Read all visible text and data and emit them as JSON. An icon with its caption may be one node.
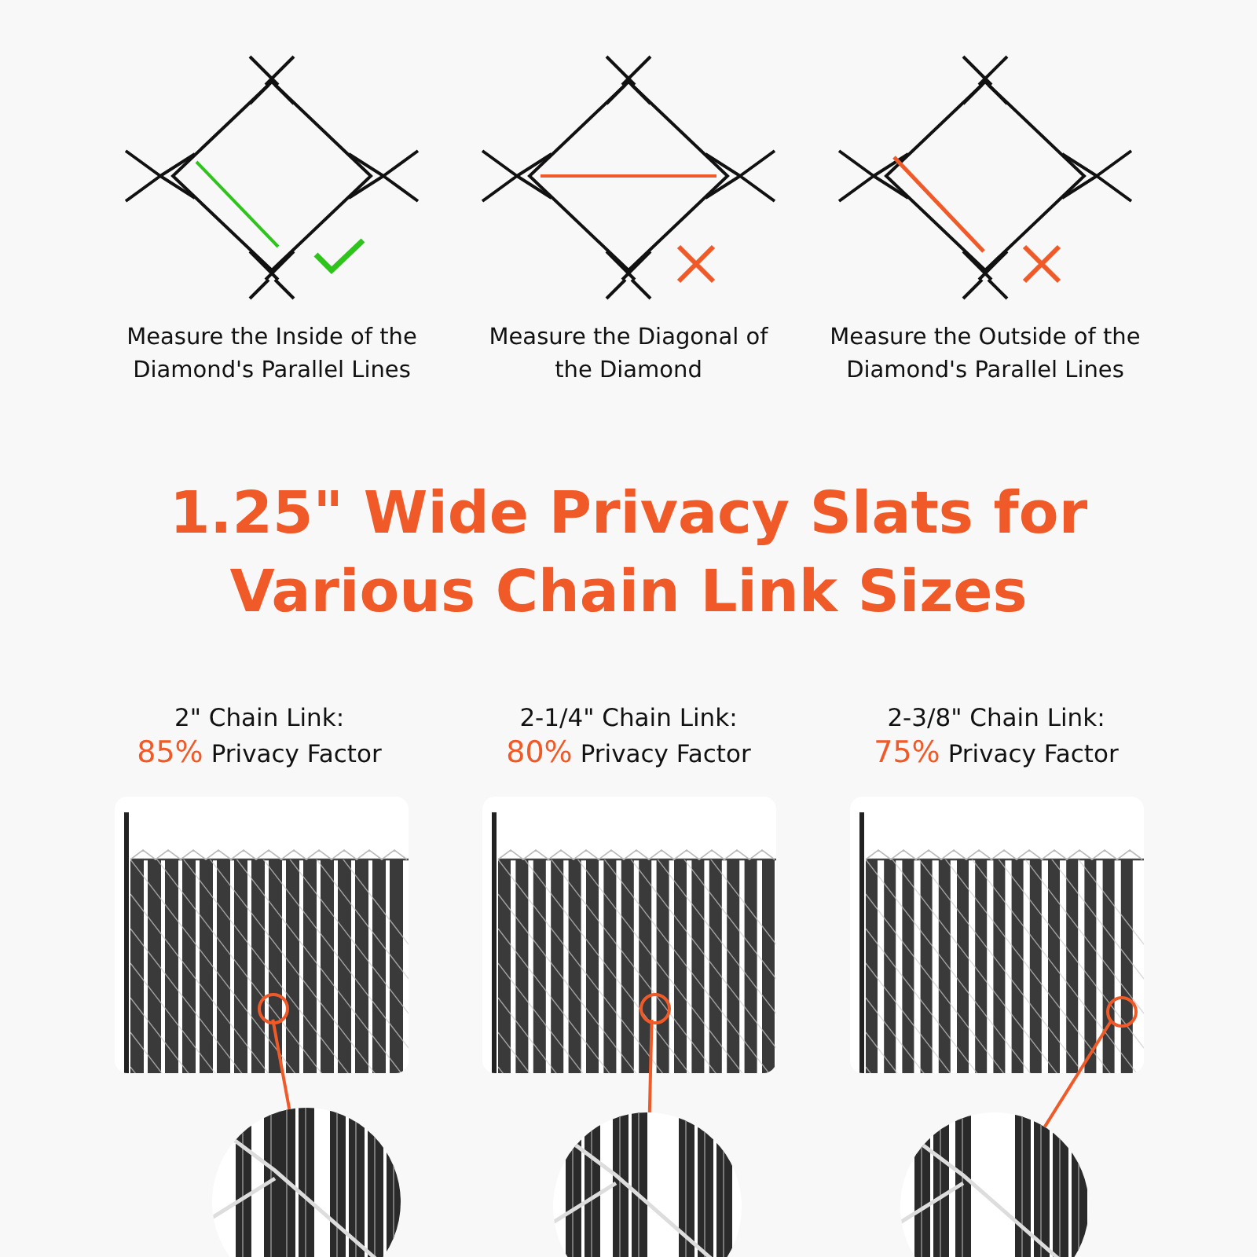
{
  "diagram": {
    "title": "1.25\" Wide Privacy Slats for Various Chain Link Sizes",
    "nodes": [
      {
        "text": [],
        "shape": "circle"
      },
      {
        "text": [],
        "shape": "circle"
      },
      {
        "text": [],
        "shape": "circle"
      },
      {
        "text": [],
        "shape": "picture"
      },
      {
        "text": [],
        "shape": "picture"
      },
      {
        "text": [],
        "shape": "picture"
      }
    ],
    "edges": [
      {
        "from": 0,
        "to": 3,
        "arrow": "none"
      },
      {
        "from": 1,
        "to": 4,
        "arrow": "none"
      },
      {
        "from": 2,
        "to": 5,
        "arrow": "none"
      }
    ],
    "labels": [
      "Measure the Inside of the Diamond's Parallel Lines",
      "Measure the Diagonal of the Diamond",
      "Measure the Outside of the Diamond's Parallel Lines",
      "2\" Chain Link:",
      "2-1/4\" Chain Link:",
      "2-3/8\" Chain Link:",
      "85%",
      "Privacy Factor",
      "80%",
      "Privacy Factor",
      "75%",
      "Privacy Factor"
    ]
  }
}
